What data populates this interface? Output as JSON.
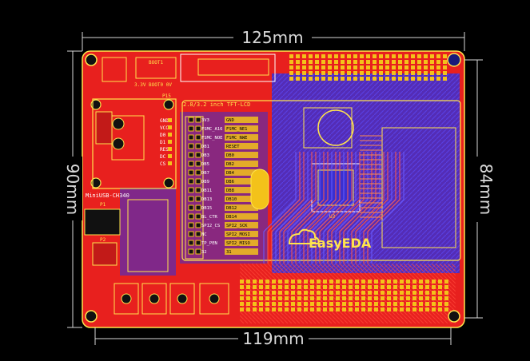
{
  "dimensions": {
    "top_width": "125mm",
    "bottom_width": "119mm",
    "left_height": "90mm",
    "right_height": "84mm"
  },
  "labels": {
    "boot_header": "BOOT1",
    "boot_row": "3.3V  BOOT0  0V",
    "lcd_title": "2.8/3.2 inch TFT-LCD",
    "usb_label": "MiniUSB-CH340",
    "p15": "P15",
    "p1": "P1",
    "p2": "P2",
    "u2": "U2",
    "logo_text": "EasyEDA"
  },
  "lcd_pins_left": [
    "3V3",
    "FSMC_A16",
    "FSMC_NOE",
    "DB1",
    "DB3",
    "DB5",
    "DB7",
    "DB9",
    "DB11",
    "DB13",
    "DB15",
    "BL_CTR",
    "SPI2_CS",
    "NC",
    "TP_PEN",
    "32"
  ],
  "lcd_pins_right": [
    "GND",
    "FSMC_NE1",
    "FSMC_NWE",
    "RESET",
    "DB0",
    "DB2",
    "DB4",
    "DB6",
    "DB8",
    "DB10",
    "DB12",
    "DB14",
    "SPI2_SCK",
    "SPI2_MOSI",
    "SPI2_MISO",
    "31"
  ],
  "oled_pins": [
    "GND",
    "VCC",
    "D0",
    "D1",
    "RES",
    "DC",
    "CS"
  ],
  "colors": {
    "board_red": "#e8201e",
    "board_blue": "#3a2fd0",
    "silkscreen": "#ffe44d",
    "pad_yellow": "#f3c21a",
    "dimension": "#d9d9d9"
  }
}
